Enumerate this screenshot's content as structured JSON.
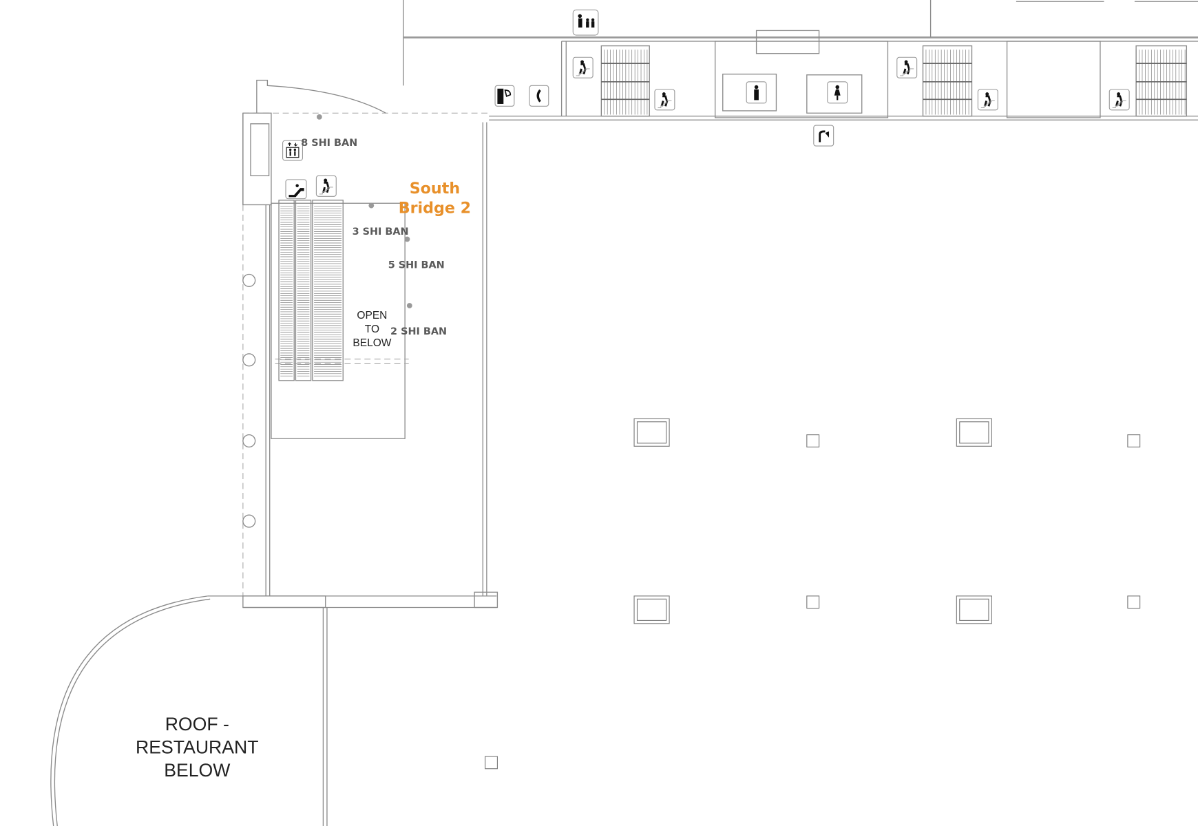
{
  "map": {
    "title": "South Bridge 2",
    "accent_color": "#E8902A",
    "labels": {
      "shi_ban_8": "8 SHI BAN",
      "shi_ban_3": "3 SHI BAN",
      "shi_ban_5": "5 SHI BAN",
      "shi_ban_2": "2 SHI BAN",
      "open_line1": "OPEN",
      "open_line2": "TO",
      "open_line3": "BELOW",
      "roof_line1": "ROOF -",
      "roof_line2": "RESTAURANT",
      "roof_line3": "BELOW"
    },
    "title_lines": [
      "South",
      "Bridge 2"
    ],
    "icons": [
      "elevator-icon",
      "escalator-icon",
      "stairs-icon",
      "information-desk-icon",
      "phone-icon",
      "telephone-icon",
      "mens-restroom-icon",
      "womens-restroom-icon",
      "drinking-fountain-icon"
    ]
  }
}
